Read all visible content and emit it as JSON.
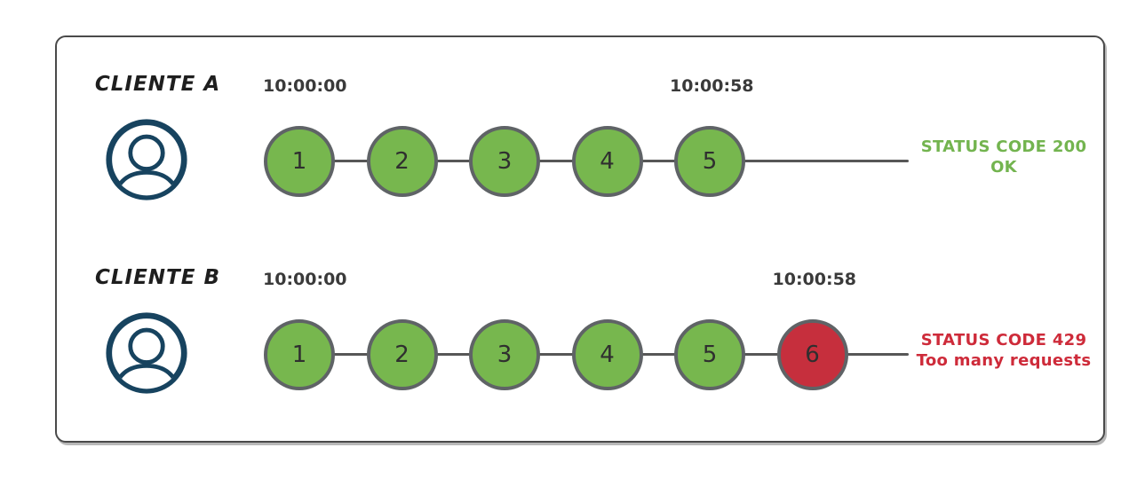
{
  "colors": {
    "green_circle": "#77b74e",
    "red_circle": "#c62f3d",
    "circle_border": "#5f6366",
    "timeline_line": "#575757",
    "avatar_navy": "#17435f",
    "frame_border": "#4a4a4a",
    "status_green_text": "#73b44f",
    "status_red_text": "#ce2b3a"
  },
  "clients": [
    {
      "name": "CLIENTE A",
      "start_time": "10:00:00",
      "end_time": "10:00:58",
      "requests": [
        {
          "label": "1",
          "status": "ok",
          "color": "#77b74e"
        },
        {
          "label": "2",
          "status": "ok",
          "color": "#77b74e"
        },
        {
          "label": "3",
          "status": "ok",
          "color": "#77b74e"
        },
        {
          "label": "4",
          "status": "ok",
          "color": "#77b74e"
        },
        {
          "label": "5",
          "status": "ok",
          "color": "#77b74e"
        }
      ],
      "status": {
        "line1": "STATUS CODE 200",
        "line2": "OK",
        "color": "#73b44f"
      }
    },
    {
      "name": "CLIENTE B",
      "start_time": "10:00:00",
      "end_time": "10:00:58",
      "requests": [
        {
          "label": "1",
          "status": "ok",
          "color": "#77b74e"
        },
        {
          "label": "2",
          "status": "ok",
          "color": "#77b74e"
        },
        {
          "label": "3",
          "status": "ok",
          "color": "#77b74e"
        },
        {
          "label": "4",
          "status": "ok",
          "color": "#77b74e"
        },
        {
          "label": "5",
          "status": "ok",
          "color": "#77b74e"
        },
        {
          "label": "6",
          "status": "rate-limited",
          "color": "#c62f3d"
        }
      ],
      "status": {
        "line1": "STATUS CODE 429",
        "line2": "Too many requests",
        "color": "#ce2b3a"
      }
    }
  ]
}
